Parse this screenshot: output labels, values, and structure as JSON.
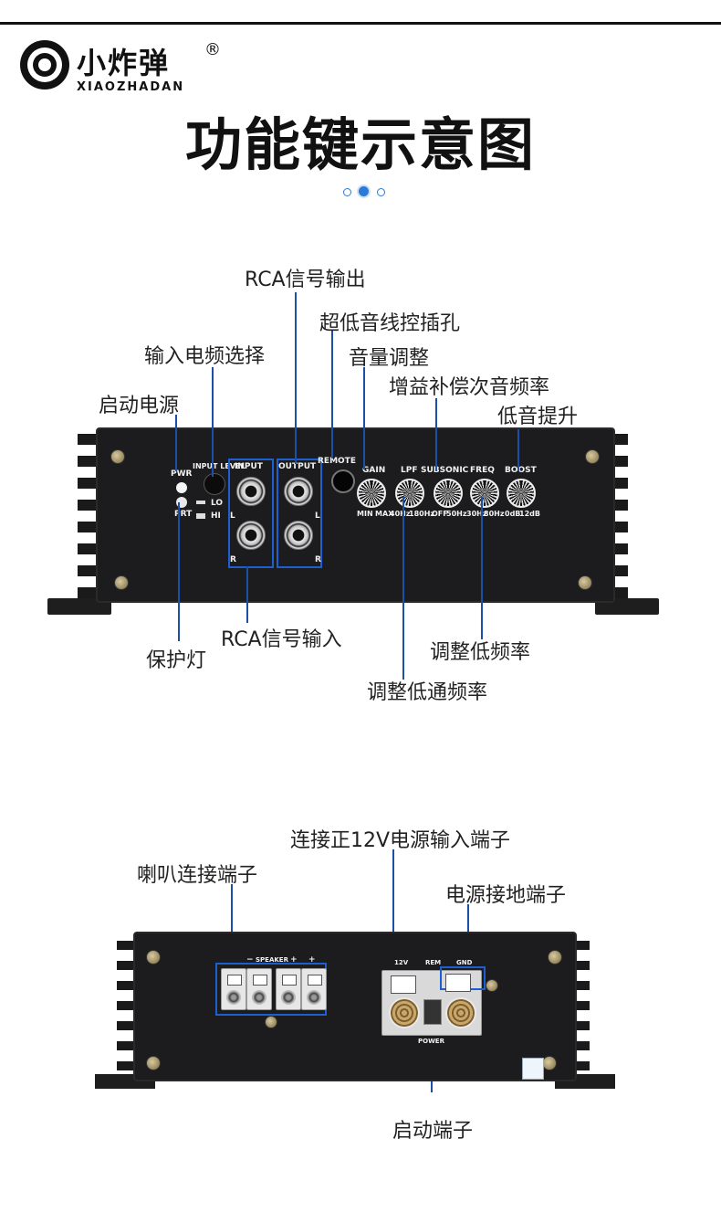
{
  "brand": {
    "name": "小炸弹",
    "registered": "®",
    "latin": "XIAOZHADAN"
  },
  "title": "功能键示意图",
  "carousel": {
    "count": 3,
    "active": 2
  },
  "front_panel": {
    "callouts": {
      "rca_out": "RCA信号输出",
      "sub_port": "超低音线控插孔",
      "volume": "音量调整",
      "input_level": "输入电频选择",
      "gain_comp": "增益补偿次音频率",
      "power_on": "启动电源",
      "bass_boost": "低音提升",
      "rca_in": "RCA信号输入",
      "protect": "保护灯",
      "low_freq": "调整低频率",
      "lpf_freq": "调整低通频率"
    },
    "silk": {
      "pwr": "PWR",
      "prt": "PRT",
      "input_level": "INPUT LEVEL",
      "lo": "LO",
      "hi": "HI",
      "input": "INPUT",
      "output": "OUTPUT",
      "remote": "REMOTE",
      "l": "L",
      "r": "R",
      "gain": "GAIN",
      "lpf": "LPF",
      "subsonic": "SUBSONIC",
      "freq": "FREQ",
      "boost": "BOOST",
      "min": "MIN",
      "max": "MAX",
      "hz40": "40Hz",
      "hz180": "180Hz",
      "off": "OFF",
      "hz50": "50Hz",
      "hz30": "30Hz",
      "hz80": "80Hz",
      "db0": "0dB",
      "db12": "12dB"
    }
  },
  "rear_panel": {
    "callouts": {
      "power_12v": "连接正12V电源输入端子",
      "speaker": "喇叭连接端子",
      "ground": "电源接地端子",
      "remote": "启动端子"
    },
    "silk": {
      "speaker": "SPEAKER",
      "minus": "−",
      "plus": "+",
      "v12": "12V",
      "rem": "REM",
      "gnd": "GND",
      "power": "POWER"
    }
  },
  "colors": {
    "accent": "#1b5fd1",
    "leader": "#1b4fa8",
    "body": "#1c1c1e"
  }
}
